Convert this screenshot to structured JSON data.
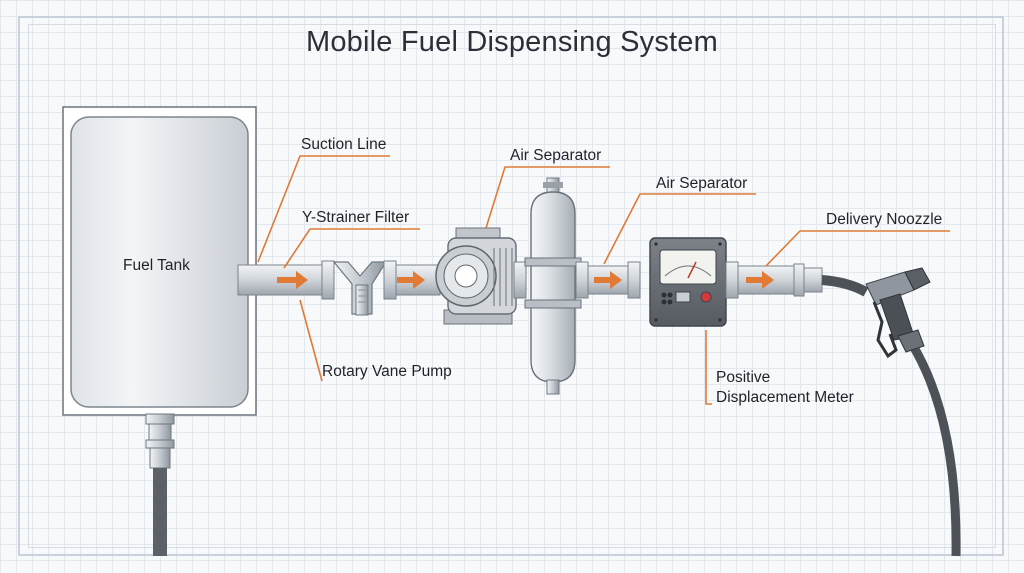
{
  "title": "Mobile Fuel Dispensing System",
  "components": {
    "fuel_tank": "Fuel Tank",
    "suction_line": "Suction Line",
    "y_strainer": "Y-Strainer Filter",
    "pump": "Rotary Vane Pump",
    "air_separator_top": "Air Separator",
    "air_separator_right": "Air Separator",
    "meter_line1": "Positive",
    "meter_line2": "Displacement Meter",
    "nozzle": "Delivery Noozzle"
  },
  "colors": {
    "accent": "#e07a35",
    "pipe": "#c9ced4",
    "tank": "#e6e9ed"
  }
}
